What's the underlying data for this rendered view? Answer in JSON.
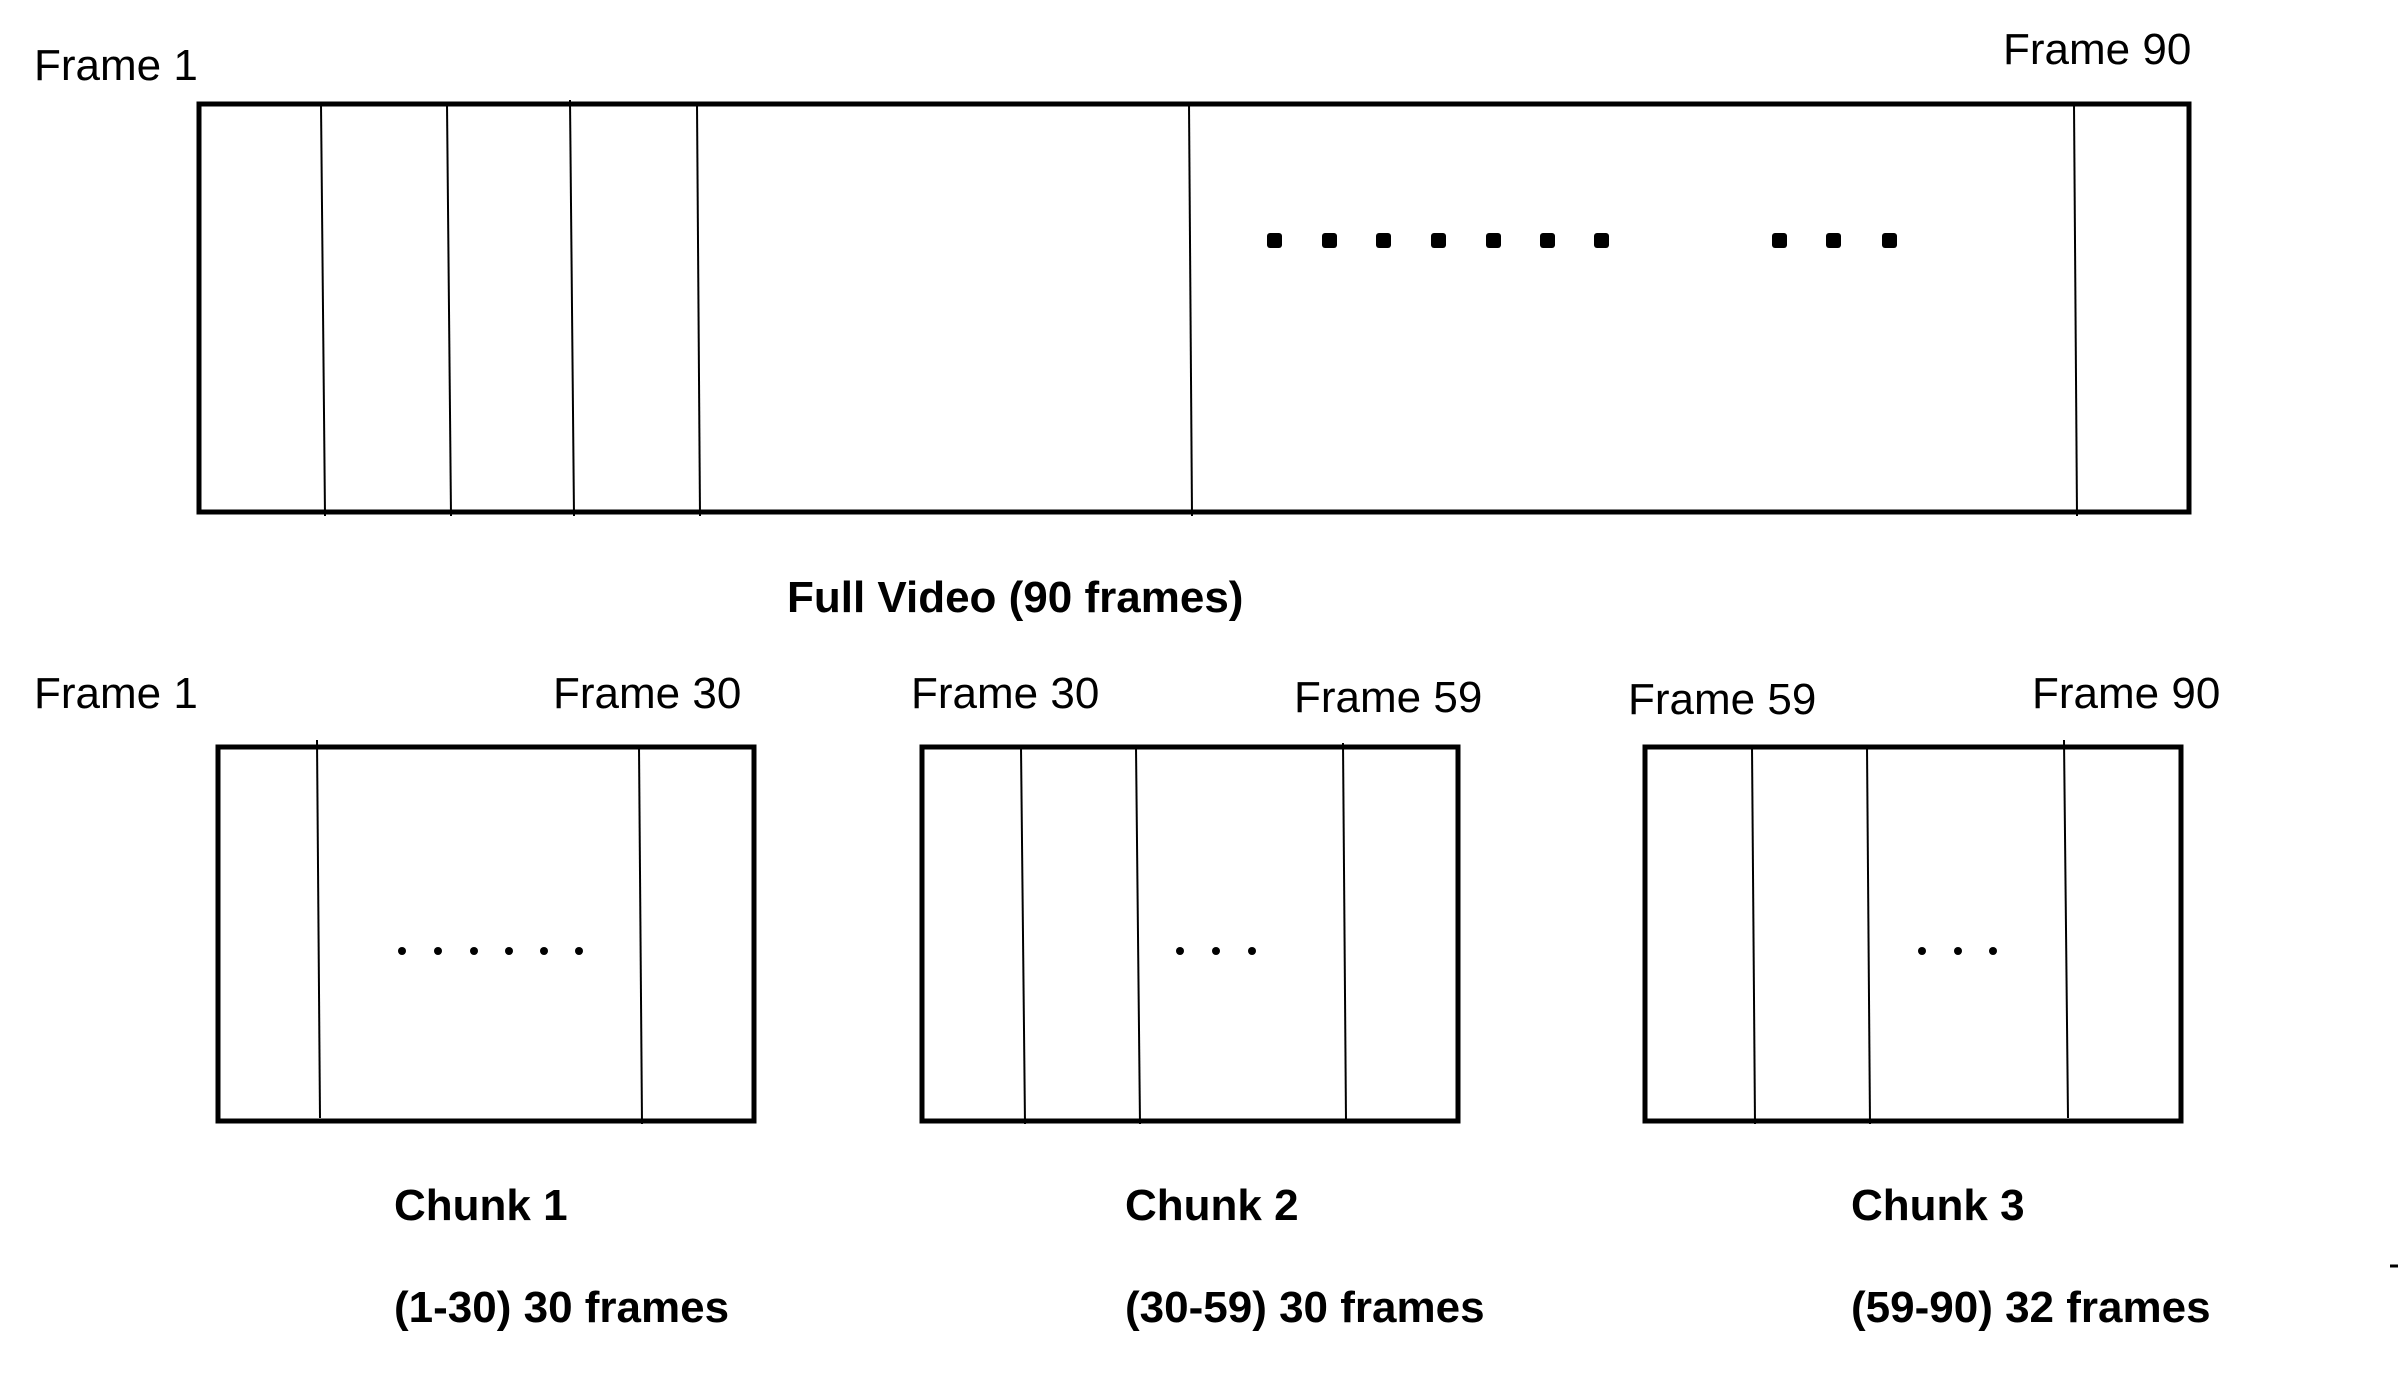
{
  "full_video": {
    "start_label": "Frame 1",
    "end_label": "Frame 90",
    "caption": "Full Video (90 frames)"
  },
  "chunks": [
    {
      "start_label": "Frame 1",
      "end_label": "Frame 30",
      "title": "Chunk 1",
      "range": "(1-30) 30 frames"
    },
    {
      "start_label": "Frame 30",
      "end_label": "Frame 59",
      "title": "Chunk 2",
      "range": "(30-59) 30 frames"
    },
    {
      "start_label": "Frame 59",
      "end_label": "Frame 90",
      "title": "Chunk 3",
      "range": "(59-90) 32 frames"
    }
  ]
}
